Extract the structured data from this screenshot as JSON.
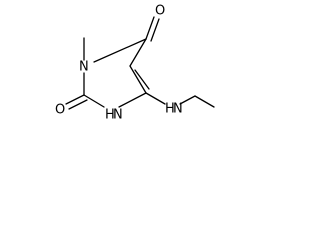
{
  "molecule": {
    "atom_labels": {
      "o_top": "O",
      "n_ring": "N",
      "o_left": "O",
      "nh_ring": "H",
      "nh_ring_n": "N",
      "nh_side": "H",
      "nh_side_n": "N"
    },
    "colors": {
      "bond": "#000000",
      "text": "#000000",
      "background": "#ffffff"
    }
  }
}
